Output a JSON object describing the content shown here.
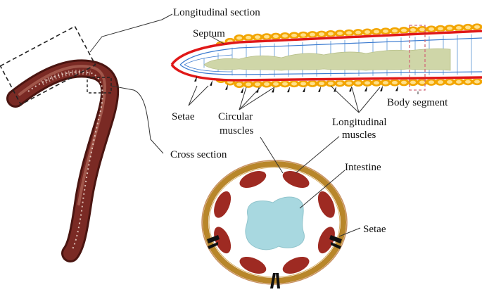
{
  "labels": {
    "longitudinal_section": "Longitudinal section",
    "septum": "Septum",
    "setae_top": "Setae",
    "circular_muscles_line1": "Circular",
    "circular_muscles_line2": "muscles",
    "longitudinal_muscles_line1": "Longitudinal",
    "longitudinal_muscles_line2": "muscles",
    "body_segment": "Body segment",
    "cross_section": "Cross section",
    "intestine": "Intestine",
    "setae_bottom": "Setae"
  },
  "colors": {
    "worm_body": "#7a2a24",
    "worm_dark": "#4a1511",
    "worm_highlight": "#c07a6a",
    "circular_muscle_outer": "#f2a500",
    "circular_muscle_inner": "#ffe08a",
    "longitudinal_line_red": "#e01818",
    "longitudinal_line_blue": "#3a7ad0",
    "septum_line": "#6aa0d8",
    "intestine_long": "#cfd6a8",
    "cross_outer_ring": "#b8862a",
    "cross_muscle": "#9e2a22",
    "intestine_cross": "#a8d8e0",
    "setae": "#111111",
    "segment_marker": "#d06a7a",
    "leader_line": "#333333"
  }
}
